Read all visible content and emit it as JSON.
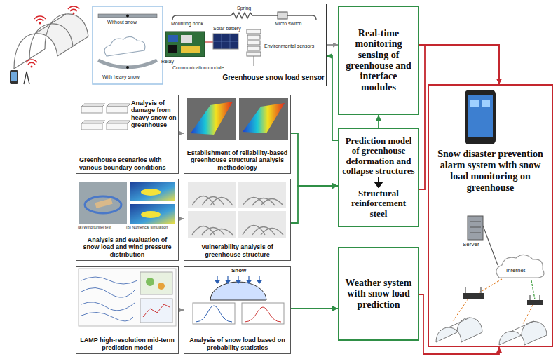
{
  "diagram": {
    "nodes": [
      {
        "text": [
          "Greenhouse snow load sensor"
        ]
      },
      {
        "text": [
          "Real-time monitoring sensing of greenhouse and interface modules"
        ]
      },
      {
        "text": [
          "Analysis of damage from heavy snow on greenhouse",
          "Greenhouse scenarios with various boundary conditions"
        ]
      },
      {
        "text": [
          "Establishment of reliability-based greenhouse structural analysis methodology"
        ]
      },
      {
        "text": [
          "Prediction model of greenhouse deformation and collapse structures",
          "Structural reinforcement steel"
        ]
      },
      {
        "text": [
          "Snow disaster prevention alarm system with snow load monitoring on greenhouse"
        ]
      },
      {
        "text": [
          "Analysis and evaluation of snow load and wind pressure distribution"
        ]
      },
      {
        "text": [
          "Vulnerability analysis of greenhouse structure"
        ]
      },
      {
        "text": [
          "LAMP high-resolution mid-term prediction model"
        ]
      },
      {
        "text": [
          "Analysis of snow load based on probability statistics"
        ]
      },
      {
        "text": [
          "Weather system with snow load prediction"
        ]
      }
    ],
    "edges": [
      {
        "from": 0,
        "to": 1,
        "arrow": "to"
      },
      {
        "from": 1,
        "to": 5,
        "arrow": "to"
      },
      {
        "from": 4,
        "to": 5,
        "arrow": "to"
      },
      {
        "from": 4,
        "to": 1,
        "arrow": "to"
      },
      {
        "from": 4,
        "to": 0,
        "arrow": "to"
      },
      {
        "from": 2,
        "to": 3,
        "arrow": "to"
      },
      {
        "from": 3,
        "to": 4,
        "arrow": "to"
      },
      {
        "from": 6,
        "to": 7,
        "arrow": "to"
      },
      {
        "from": 7,
        "to": 4,
        "arrow": "to"
      },
      {
        "from": 8,
        "to": 9,
        "arrow": "to"
      },
      {
        "from": 9,
        "to": 10,
        "arrow": "to"
      },
      {
        "from": 10,
        "to": 5,
        "arrow": "to"
      }
    ],
    "labels": [
      "Without snow",
      "With heavy snow",
      "Spring",
      "Mounting hook",
      "Micro switch",
      "Solar battery",
      "Relay",
      "Communication module",
      "Environmental sensors",
      "(a) Wind tunnel test",
      "(b) Numerical simulation",
      "Snow",
      "Server",
      "Internet"
    ]
  }
}
